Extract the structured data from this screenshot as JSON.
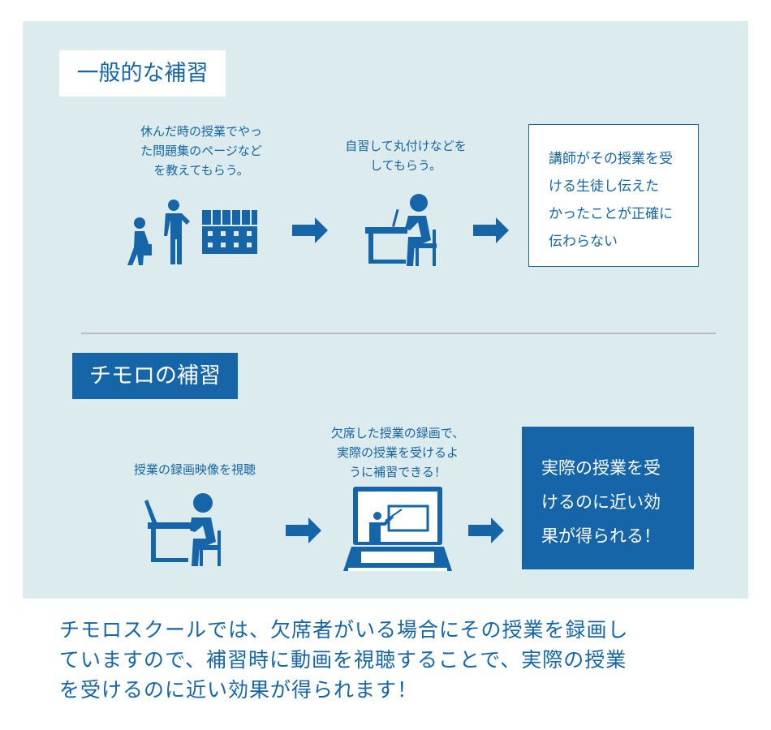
{
  "general": {
    "title": "一般的な補習",
    "step1": "休んだ時の授業でやっ\nた問題集のページなど\nを教えてもらう。",
    "step2": "自習して丸付けなどを\nしてもらう。",
    "result": "講師がその授業を受\nける生徒し伝えた\nかったことが正確に\n伝わらない"
  },
  "chimoro": {
    "title": "チモロの補習",
    "step1": "授業の録画映像を視聴",
    "step2": "欠席した授業の録画で、\n実際の授業を受けるよ\nうに補習できる！",
    "result": "実際の授業を受\nけるのに近い効\n果が得られる！"
  },
  "footer": "チモロスクールでは、欠席者がいる場合にその授業を録画し\nていますので、補習時に動画を視聴することで、実際の授業\nを受けるのに近い効果が得られます！",
  "colors": {
    "primary": "#1565a8",
    "panel": "#dcebee"
  }
}
